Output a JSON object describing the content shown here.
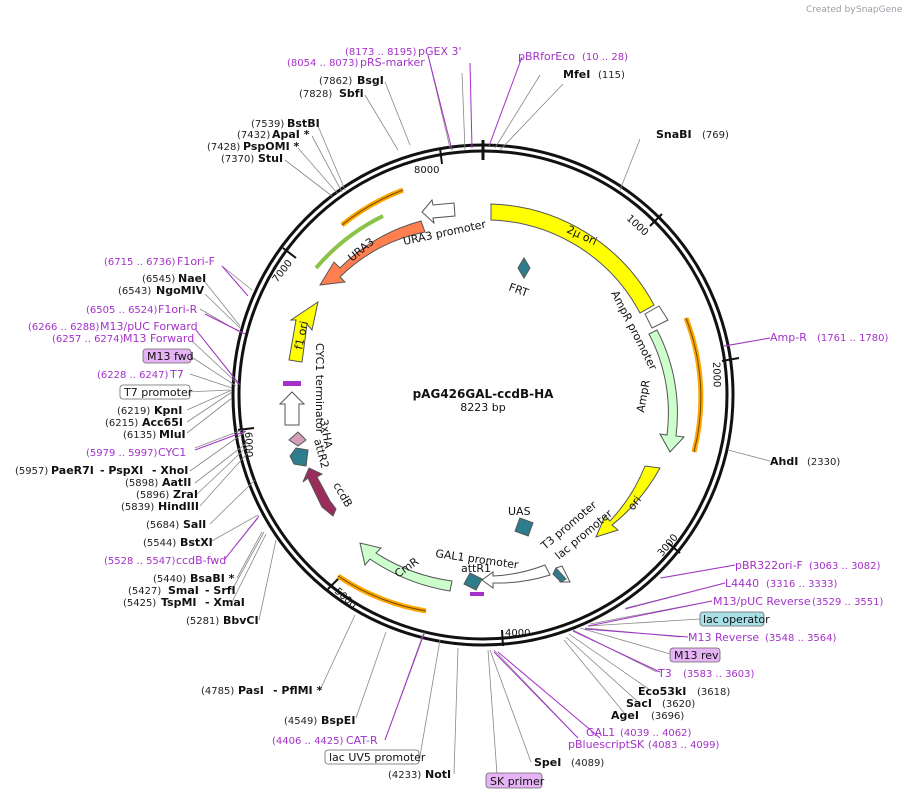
{
  "branding": {
    "created_by": "Created by",
    "app": "SnapGene"
  },
  "plasmid": {
    "name": "pAG426GAL-ccdB-HA",
    "size": "8223 bp"
  },
  "ticks": [
    "1000",
    "2000",
    "3000",
    "4000",
    "5000",
    "6000",
    "7000",
    "8000"
  ],
  "colors": {
    "yellow": "#ffff00",
    "green": "#ccffcc",
    "orange": "#ff7f50",
    "white": "#ffffff",
    "teal": "#2e7d8c",
    "maroon": "#9b2d5c",
    "pink": "#d49fb8",
    "purple": "#a431c9"
  },
  "features": [
    {
      "label": "2μ ori"
    },
    {
      "label": "AmpR promoter"
    },
    {
      "label": "AmpR"
    },
    {
      "label": "ori"
    },
    {
      "label": "FRT"
    },
    {
      "label": "UAS"
    },
    {
      "label": "T3 promoter"
    },
    {
      "label": "lac promoter"
    },
    {
      "label": "GAL1 promoter"
    },
    {
      "label": "attR1"
    },
    {
      "label": "CmR"
    },
    {
      "label": "ccdB"
    },
    {
      "label": "attR2"
    },
    {
      "label": "3xHA"
    },
    {
      "label": "CYC1 terminator"
    },
    {
      "label": "f1 ori"
    },
    {
      "label": "URA3"
    },
    {
      "label": "URA3 promoter"
    }
  ],
  "labels": {
    "pgex": {
      "coord": "(8173 .. 8195)",
      "name": "pGEX 3'"
    },
    "prs": {
      "coord": "(8054 .. 8073)",
      "name": "pRS-marker"
    },
    "bsgi": {
      "coord": "(7862)",
      "name": "BsgI"
    },
    "sbfi": {
      "coord": "(7828)",
      "name": "SbfI"
    },
    "bstbi": {
      "coord": "(7539)",
      "name": "BstBI"
    },
    "apai": {
      "coord": "(7432)",
      "name": "ApaI *"
    },
    "pspomi": {
      "coord": "(7428)",
      "name": "PspOMI *"
    },
    "stui": {
      "coord": "(7370)",
      "name": "StuI"
    },
    "f1orif": {
      "coord": "(6715 .. 6736)",
      "name": "F1ori-F"
    },
    "naei": {
      "coord": "(6545)",
      "name": "NaeI"
    },
    "ngomiv": {
      "coord": "(6543)",
      "name": "NgoMIV"
    },
    "f1orir": {
      "coord": "(6505 .. 6524)",
      "name": "F1ori-R"
    },
    "m13puc": {
      "coord": "(6266 .. 6288)",
      "name": "M13/pUC Forward"
    },
    "m13fwdp": {
      "coord": "(6257 .. 6274)",
      "name": "M13 Forward"
    },
    "m13fwd": {
      "name": "M13 fwd"
    },
    "t7": {
      "coord": "(6228 .. 6247)",
      "name": "T7"
    },
    "t7prom": {
      "name": "T7 promoter"
    },
    "kpni": {
      "coord": "(6219)",
      "name": "KpnI"
    },
    "acc65i": {
      "coord": "(6215)",
      "name": "Acc65I"
    },
    "mlui": {
      "coord": "(6135)",
      "name": "MluI"
    },
    "cyc1": {
      "coord": "(5979 .. 5997)",
      "name": "CYC1"
    },
    "paer7i": {
      "coord": "(5957)",
      "name": "PaeR7I",
      "name2": "- PspXI",
      "name3": "- XhoI"
    },
    "aatii": {
      "coord": "(5898)",
      "name": "AatII"
    },
    "zrai": {
      "coord": "(5896)",
      "name": "ZraI"
    },
    "hindiii": {
      "coord": "(5839)",
      "name": "HindIII"
    },
    "sali": {
      "coord": "(5684)",
      "name": "SalI"
    },
    "bstxi": {
      "coord": "(5544)",
      "name": "BstXI"
    },
    "ccdbfwd": {
      "coord": "(5528 .. 5547)",
      "name": "ccdB-fwd"
    },
    "bsabi": {
      "coord": "(5440)",
      "name": "BsaBI *"
    },
    "smai": {
      "coord": "(5427)",
      "name": "SmaI",
      "name2": "- SrfI"
    },
    "tspmi": {
      "coord": "(5425)",
      "name": "TspMI",
      "name2": "- XmaI"
    },
    "bbvci": {
      "coord": "(5281)",
      "name": "BbvCI"
    },
    "pasi": {
      "coord": "(4785)",
      "name": "PasI",
      "name2": "- PflMI *"
    },
    "bspei": {
      "coord": "(4549)",
      "name": "BspEI"
    },
    "catr": {
      "coord": "(4406 .. 4425)",
      "name": "CAT-R"
    },
    "lacuv5": {
      "name": "lac UV5 promoter"
    },
    "noti": {
      "coord": "(4233)",
      "name": "NotI"
    },
    "skprimer": {
      "name": "SK primer"
    },
    "spei": {
      "coord": "(4089)",
      "name": "SpeI"
    },
    "pblue": {
      "coord": "(4083 .. 4099)",
      "name": "pBluescriptSK"
    },
    "gal1": {
      "coord": "(4039 .. 4062)",
      "name": "GAL1"
    },
    "agei": {
      "coord": "(3696)",
      "name": "AgeI"
    },
    "saci": {
      "coord": "(3620)",
      "name": "SacI"
    },
    "eco53ki": {
      "coord": "(3618)",
      "name": "Eco53kI"
    },
    "t3": {
      "coord": "(3583 .. 3603)",
      "name": "T3"
    },
    "m13rev": {
      "name": "M13 rev"
    },
    "m13reverse": {
      "coord": "(3548 .. 3564)",
      "name": "M13 Reverse"
    },
    "lacop": {
      "name": "lac operator"
    },
    "m13pucrev": {
      "coord": "(3529 .. 3551)",
      "name": "M13/pUC Reverse"
    },
    "l4440": {
      "coord": "(3316 .. 3333)",
      "name": "L4440"
    },
    "pbr322": {
      "coord": "(3063 .. 3082)",
      "name": "pBR322ori-F"
    },
    "ahdi": {
      "coord": "(2330)",
      "name": "AhdI"
    },
    "ampr": {
      "coord": "(1761 .. 1780)",
      "name": "Amp-R"
    },
    "snabi": {
      "coord": "(769)",
      "name": "SnaBI"
    },
    "pbrfor": {
      "coord": "(10 .. 28)",
      "name": "pBRforEco"
    },
    "mfei": {
      "coord": "(115)",
      "name": "MfeI"
    }
  }
}
